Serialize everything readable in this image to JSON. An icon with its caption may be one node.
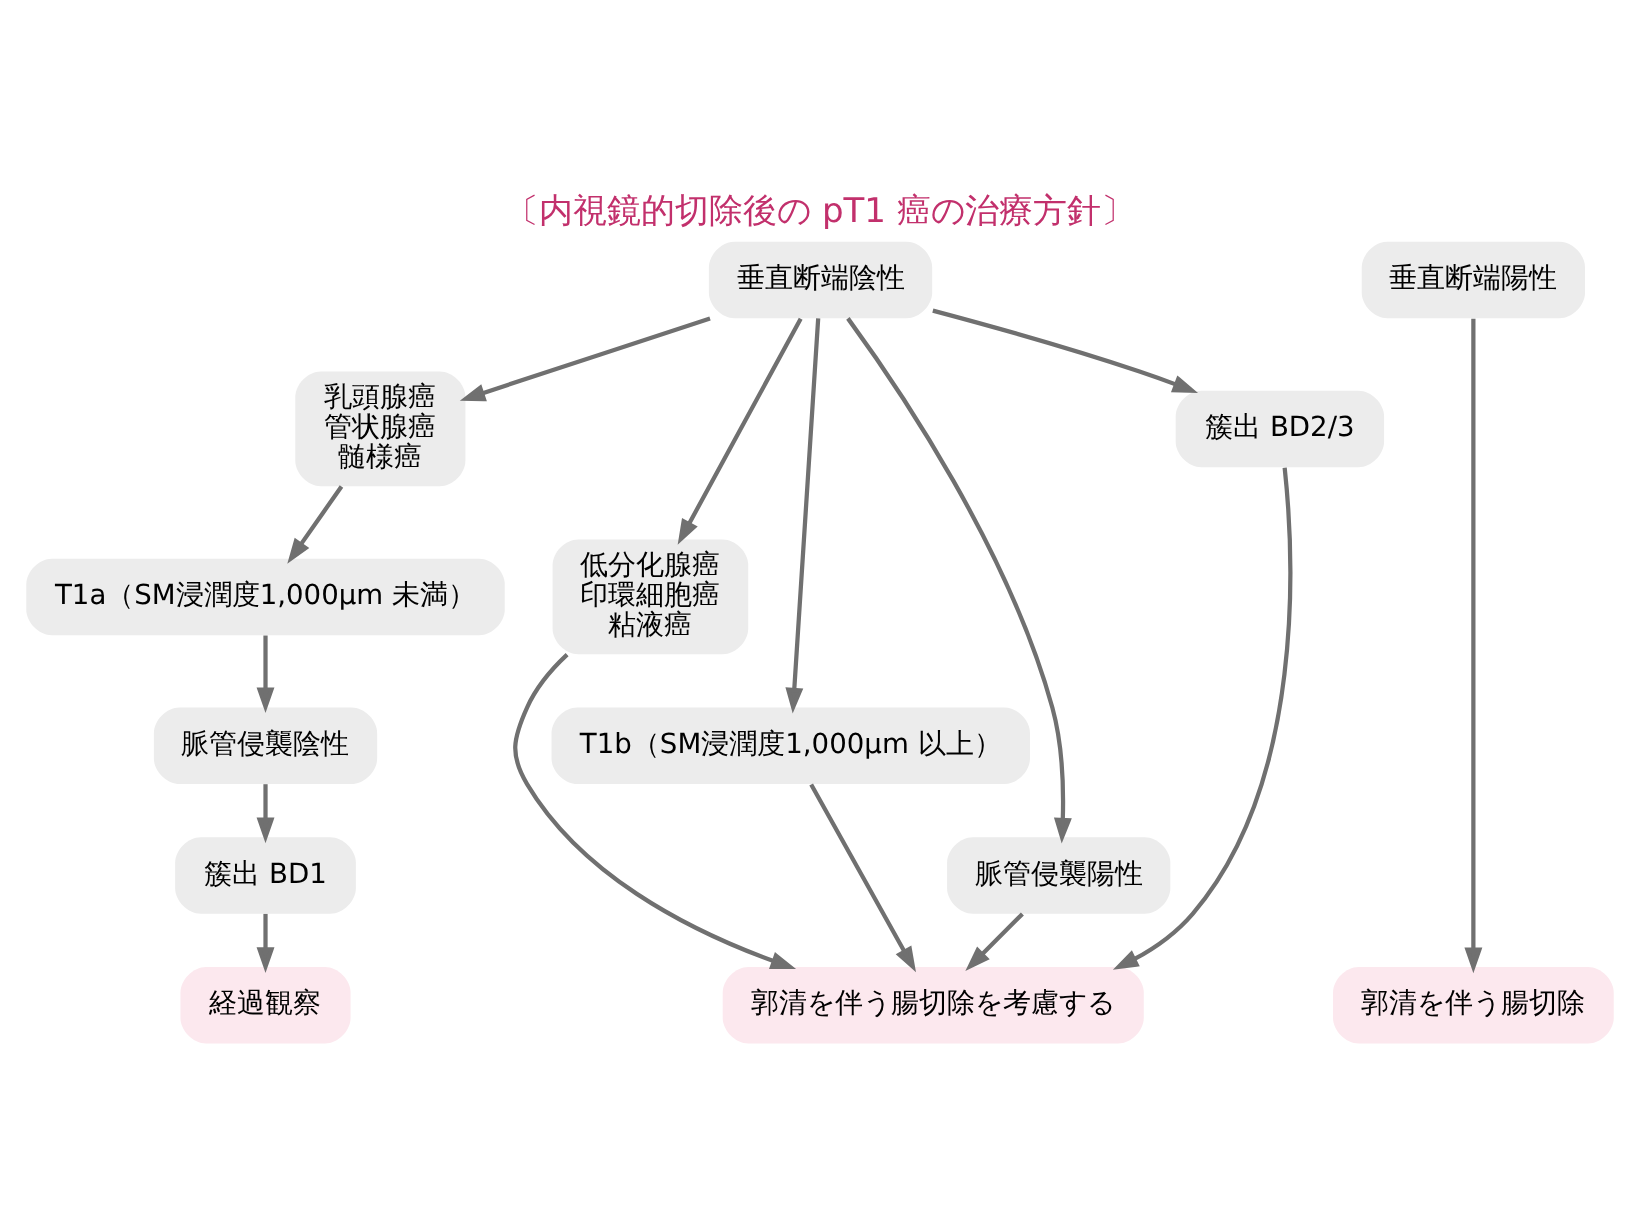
{
  "diagram": {
    "title": "〔内視鏡的切除後の pT1 癌の治療方針〕",
    "nodes": [
      {
        "text": [
          "垂直断端陰性"
        ]
      },
      {
        "text": [
          "垂直断端陽性"
        ]
      },
      {
        "text": [
          "乳頭腺癌",
          "管状腺癌",
          "髄様癌"
        ]
      },
      {
        "text": [
          "低分化腺癌",
          "印環細胞癌",
          "粘液癌"
        ]
      },
      {
        "text": [
          "T1a（SM浸潤度1,000μm 未満）"
        ]
      },
      {
        "text": [
          "脈管侵襲陰性"
        ]
      },
      {
        "text": [
          "簇出 BD1"
        ]
      },
      {
        "text": [
          "経過観察"
        ]
      },
      {
        "text": [
          "T1b（SM浸潤度1,000μm 以上）"
        ]
      },
      {
        "text": [
          "脈管侵襲陽性"
        ]
      },
      {
        "text": [
          "簇出 BD2/3"
        ]
      },
      {
        "text": [
          "郭清を伴う腸切除を考慮する"
        ]
      },
      {
        "text": [
          "郭清を伴う腸切除"
        ]
      }
    ],
    "edges": [
      {
        "from": 0,
        "to": 2,
        "arrow": "to"
      },
      {
        "from": 0,
        "to": 3,
        "arrow": "to"
      },
      {
        "from": 0,
        "to": 8,
        "arrow": "to"
      },
      {
        "from": 0,
        "to": 9,
        "arrow": "to"
      },
      {
        "from": 0,
        "to": 10,
        "arrow": "to"
      },
      {
        "from": 2,
        "to": 4,
        "arrow": "to"
      },
      {
        "from": 4,
        "to": 5,
        "arrow": "to"
      },
      {
        "from": 5,
        "to": 6,
        "arrow": "to"
      },
      {
        "from": 6,
        "to": 7,
        "arrow": "to"
      },
      {
        "from": 3,
        "to": 11,
        "arrow": "to"
      },
      {
        "from": 8,
        "to": 11,
        "arrow": "to"
      },
      {
        "from": 9,
        "to": 11,
        "arrow": "to"
      },
      {
        "from": 10,
        "to": 11,
        "arrow": "to"
      },
      {
        "from": 1,
        "to": 12,
        "arrow": "to"
      }
    ]
  }
}
